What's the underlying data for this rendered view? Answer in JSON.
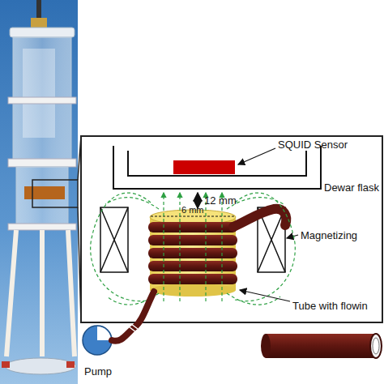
{
  "diagram": {
    "labels": [
      "SQUID Sensor",
      "Dewar flask",
      "12 mm",
      "6 mm",
      "Magnetizing",
      "Tube with flowin",
      "Pump"
    ]
  }
}
